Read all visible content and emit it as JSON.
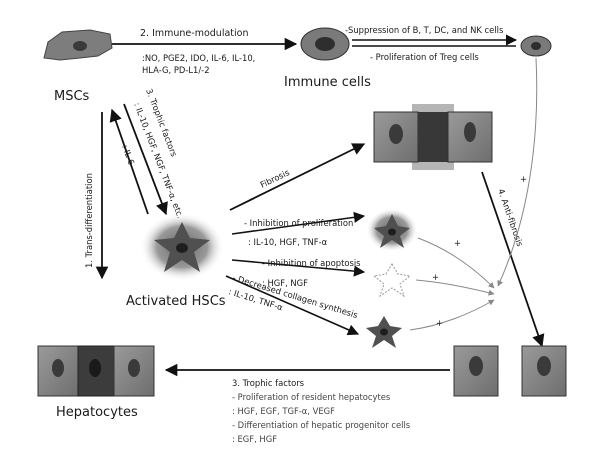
{
  "nodes": {
    "mscs": "MSCs",
    "immune_cells": "Immune cells",
    "activated_hscs": "Activated HSCs",
    "hepatocytes": "Hepatocytes"
  },
  "immune_modulation": {
    "title": "2. Immune-modulation",
    "line1": ":NO, PGE2, IDO, IL-6, IL-10,",
    "line2": "HLA-G, PD-L1/-2"
  },
  "immune_effects": {
    "suppression": "-Suppression of B, T, DC, and NK cells",
    "treg": "- Proliferation of Treg cells"
  },
  "trophic_to_hsc": {
    "title": "3. Trophic factors",
    "line": ": IL-10, HGF, NGF, TNF-α, etc."
  },
  "il6": ": IL-6",
  "trans_diff": "1. Trans-differentiation",
  "fibrosis": "Fibrosis",
  "anti_fibrosis": "4. Anti-fibrosis",
  "hsc_effects": {
    "prolif": "- Inhibition of proliferation",
    "prolif_f": ": IL-10, HGF, TNF-α",
    "apop": "- Inhibition of apoptosis",
    "apop_f": ": HGF, NGF",
    "coll": "- Decreased collagen synthesis",
    "coll_f": ": IL-10, TNF-α"
  },
  "plus": "+",
  "trophic_hep": {
    "title": "3. Trophic factors",
    "l1": "- Proliferation of resident hepatocytes",
    "l2": ": HGF, EGF, TGF-α, VEGF",
    "l3": "- Differentiation of hepatic progenitor cells",
    "l4": ": EGF, HGF"
  },
  "colors": {
    "arrow": "#111111",
    "thin_arrow": "#888888",
    "cell": "#8c8c8c",
    "cell_dark": "#3a3a3a"
  }
}
